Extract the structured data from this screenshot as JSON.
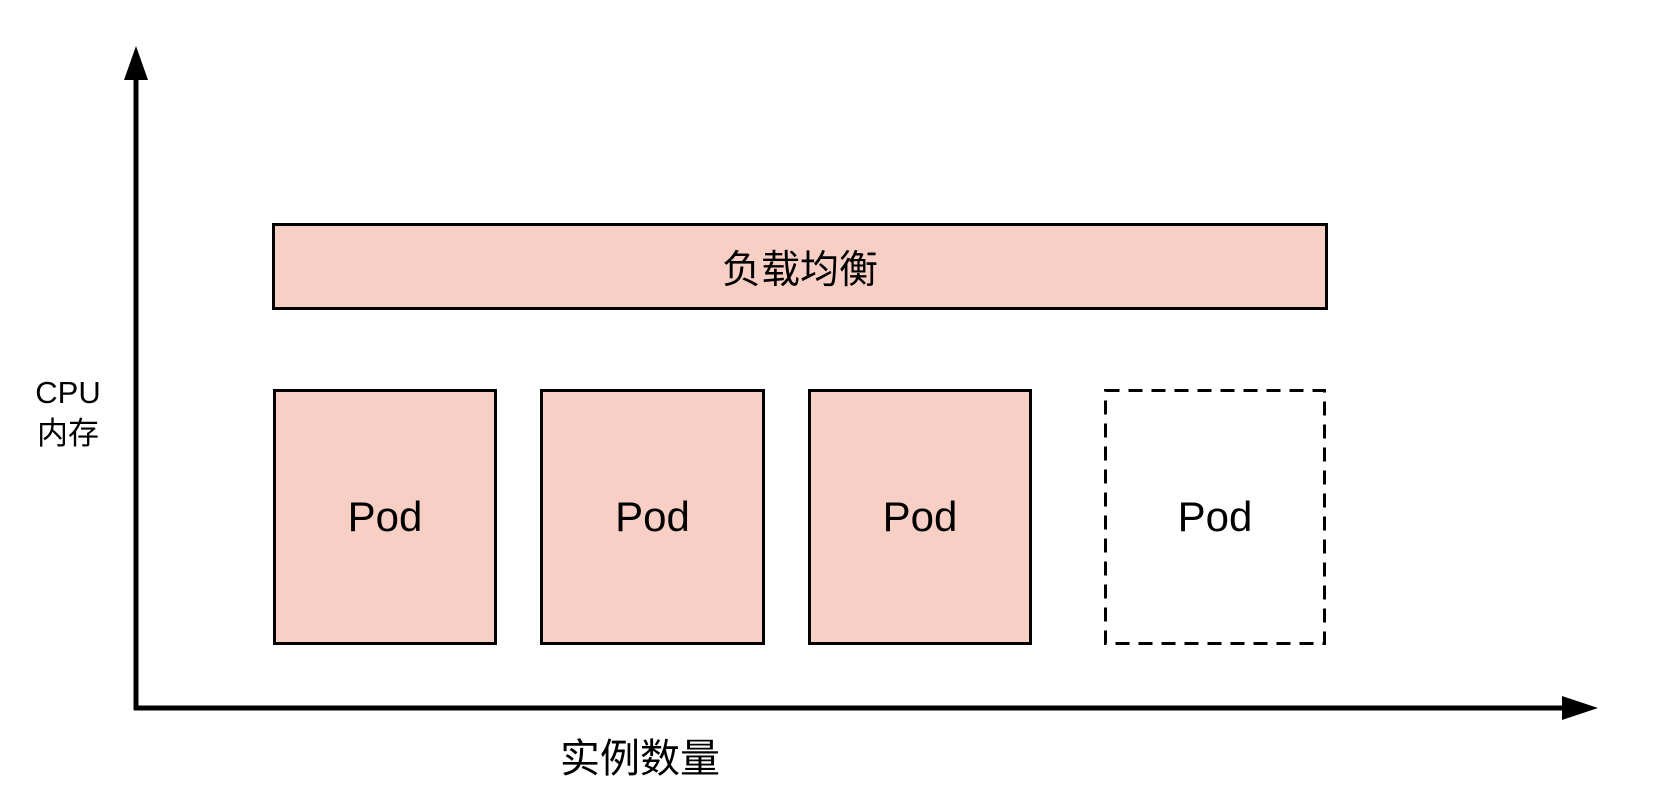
{
  "diagram": {
    "y_axis": {
      "label_lines": [
        "CPU",
        "内存"
      ]
    },
    "x_axis": {
      "label": "实例数量"
    },
    "load_balancer": {
      "label": "负载均衡"
    },
    "pods": [
      {
        "label": "Pod",
        "state": "active"
      },
      {
        "label": "Pod",
        "state": "active"
      },
      {
        "label": "Pod",
        "state": "active"
      },
      {
        "label": "Pod",
        "state": "pending"
      }
    ],
    "colors": {
      "box_fill": "#f8cfc4",
      "box_stroke": "#000000",
      "pending_fill": "#ffffff",
      "background": "#ffffff",
      "text": "#000000"
    }
  }
}
